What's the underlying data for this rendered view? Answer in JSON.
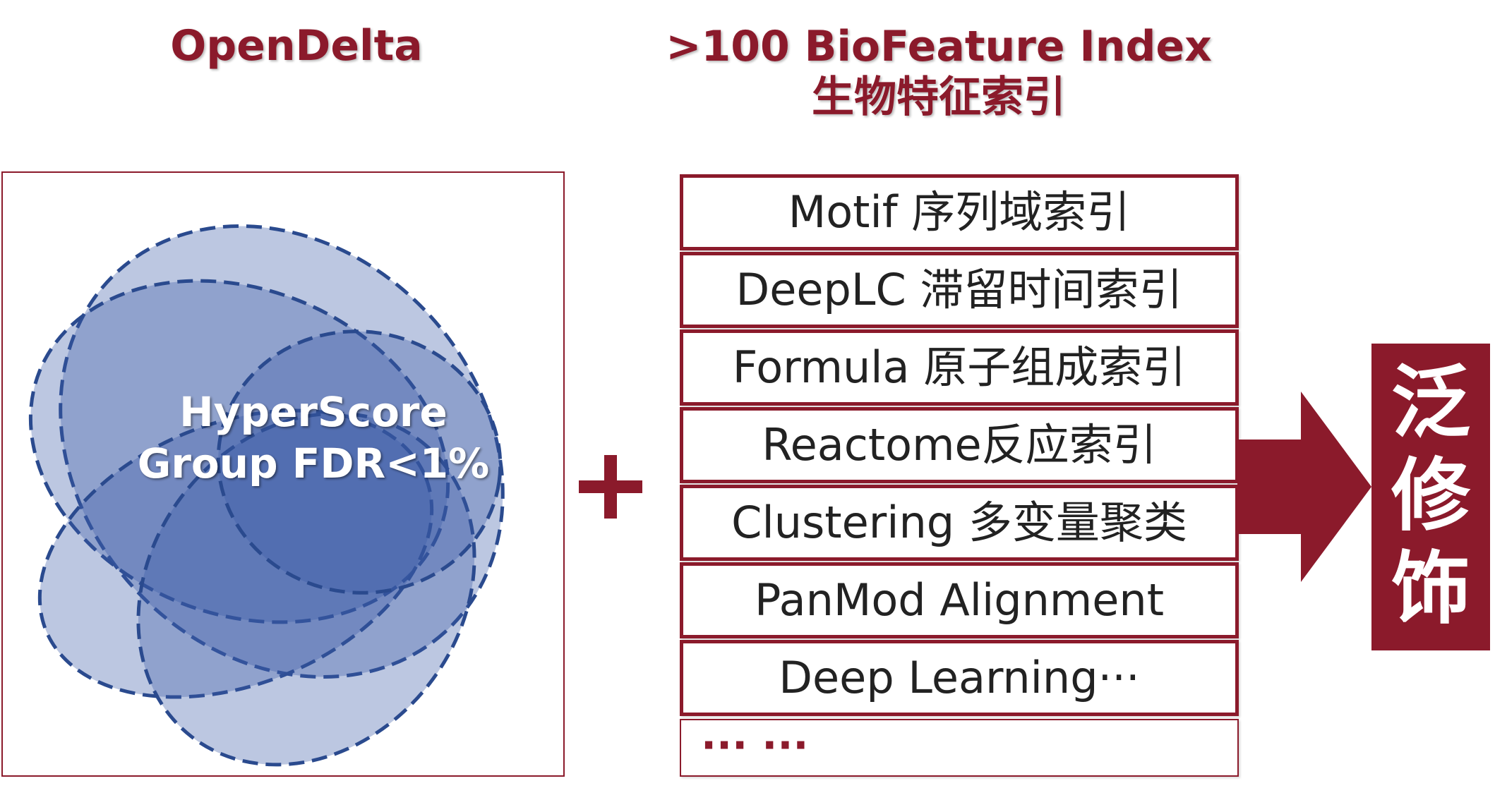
{
  "header": {
    "left_title": "OpenDelta",
    "right_title_line1": ">100 BioFeature Index",
    "right_title_line2": "生物特征索引"
  },
  "venn": {
    "label_line1": "HyperScore",
    "label_line2": "Group FDR<1%",
    "fill_color": "#3b5ba8",
    "stroke_color": "#2a4a8e"
  },
  "plus": "+",
  "index_items": [
    "Motif 序列域索引",
    "DeepLC 滞留时间索引",
    "Formula 原子组成索引",
    "Reactome反应索引",
    "Clustering 多变量聚类",
    "PanMod Alignment",
    "Deep Learning···"
  ],
  "index_more": "···  ···",
  "result": {
    "line1": "泛",
    "line2": "修",
    "line3": "饰"
  },
  "colors": {
    "accent": "#8b1a2b"
  }
}
